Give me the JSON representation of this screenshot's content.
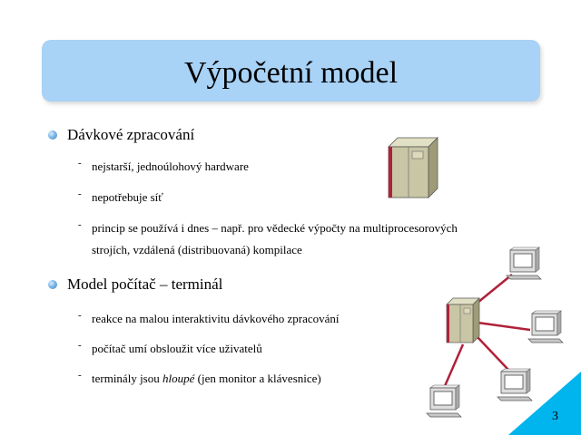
{
  "slide": {
    "title": "Výpočetní model",
    "page_number": "3",
    "sections": [
      {
        "heading": "Dávkové zpracování",
        "items": [
          {
            "text": "nejstarší, jednoúlohový hardware"
          },
          {
            "text": "nepotřebuje síť"
          },
          {
            "line1": "princip se používá i dnes – např. pro vědecké výpočty na multiprocesorových",
            "line2": "strojích, vzdálená (distribuovaná) kompilace"
          }
        ]
      },
      {
        "heading": "Model počítač – terminál",
        "items": [
          {
            "text": "reakce na malou interaktivitu dávkového zpracování"
          },
          {
            "text": "počítač umí obsloužit více uživatelů"
          },
          {
            "before": "terminály jsou ",
            "emph": "hloupé",
            "after": " (jen monitor a klávesnice)"
          }
        ]
      }
    ],
    "colors": {
      "title_background": "#a8d2f6",
      "corner_accent": "#00b4ee",
      "connection_line": "#b0213a",
      "server_body": "#c8c6a4"
    },
    "icons": [
      "mainframe-server-icon",
      "terminal-icon"
    ]
  }
}
